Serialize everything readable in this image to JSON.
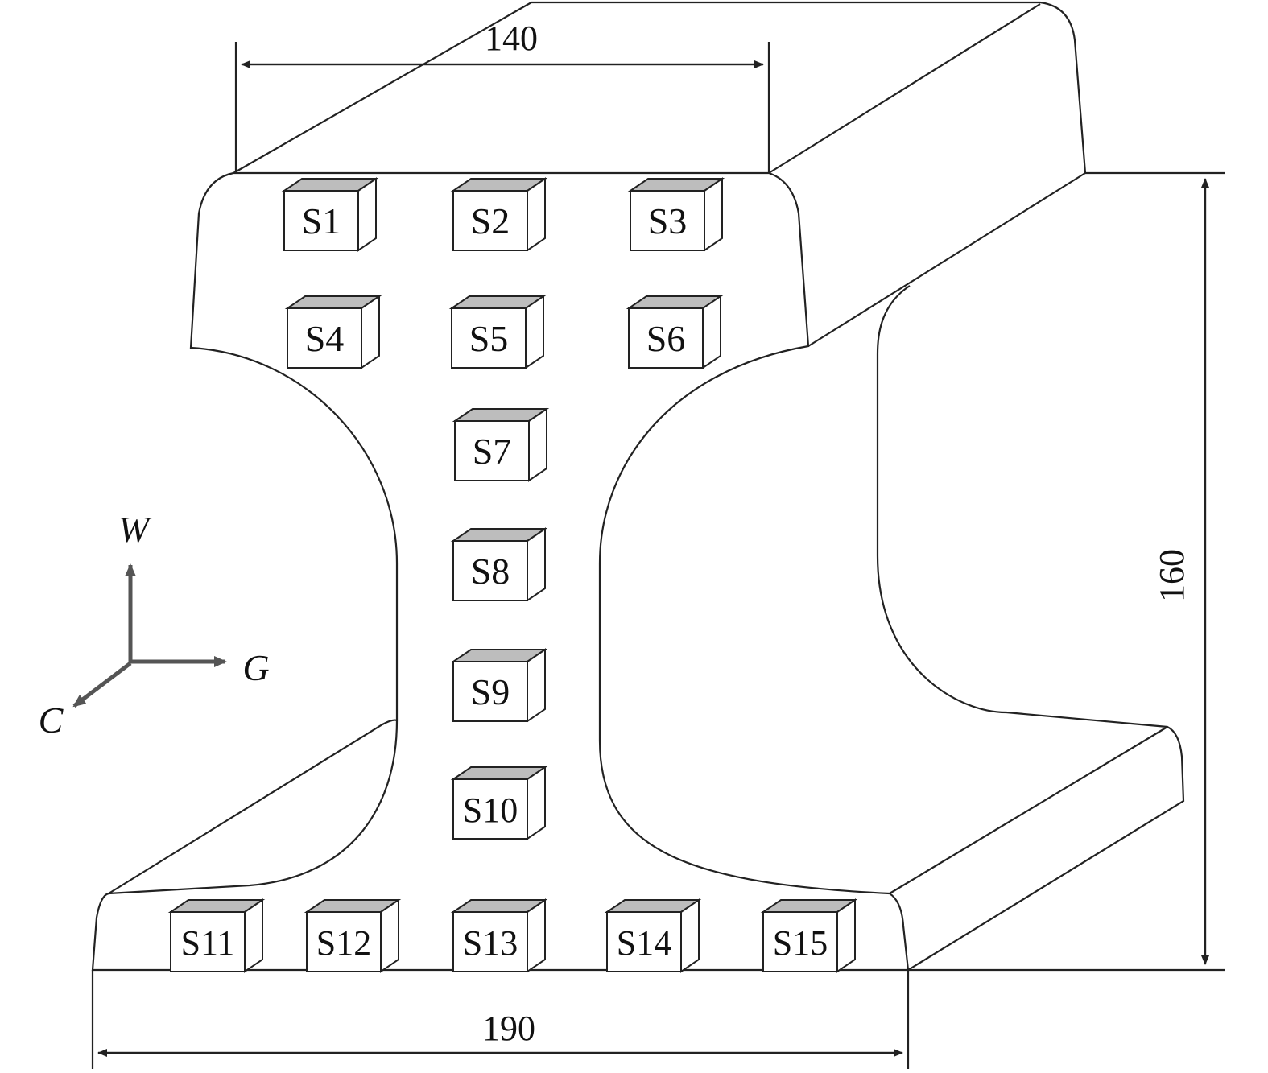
{
  "dimensions": {
    "head_width": "140",
    "base_width": "190",
    "height": "160"
  },
  "axes": {
    "vertical": "W",
    "horizontal": "G",
    "depth": "C"
  },
  "sensors": [
    "S1",
    "S2",
    "S3",
    "S4",
    "S5",
    "S6",
    "S7",
    "S8",
    "S9",
    "S10",
    "S11",
    "S12",
    "S13",
    "S14",
    "S15"
  ],
  "colors": {
    "line": "#222222",
    "sensor_top": "#bdbdbd",
    "axis_arrow": "#555555"
  }
}
